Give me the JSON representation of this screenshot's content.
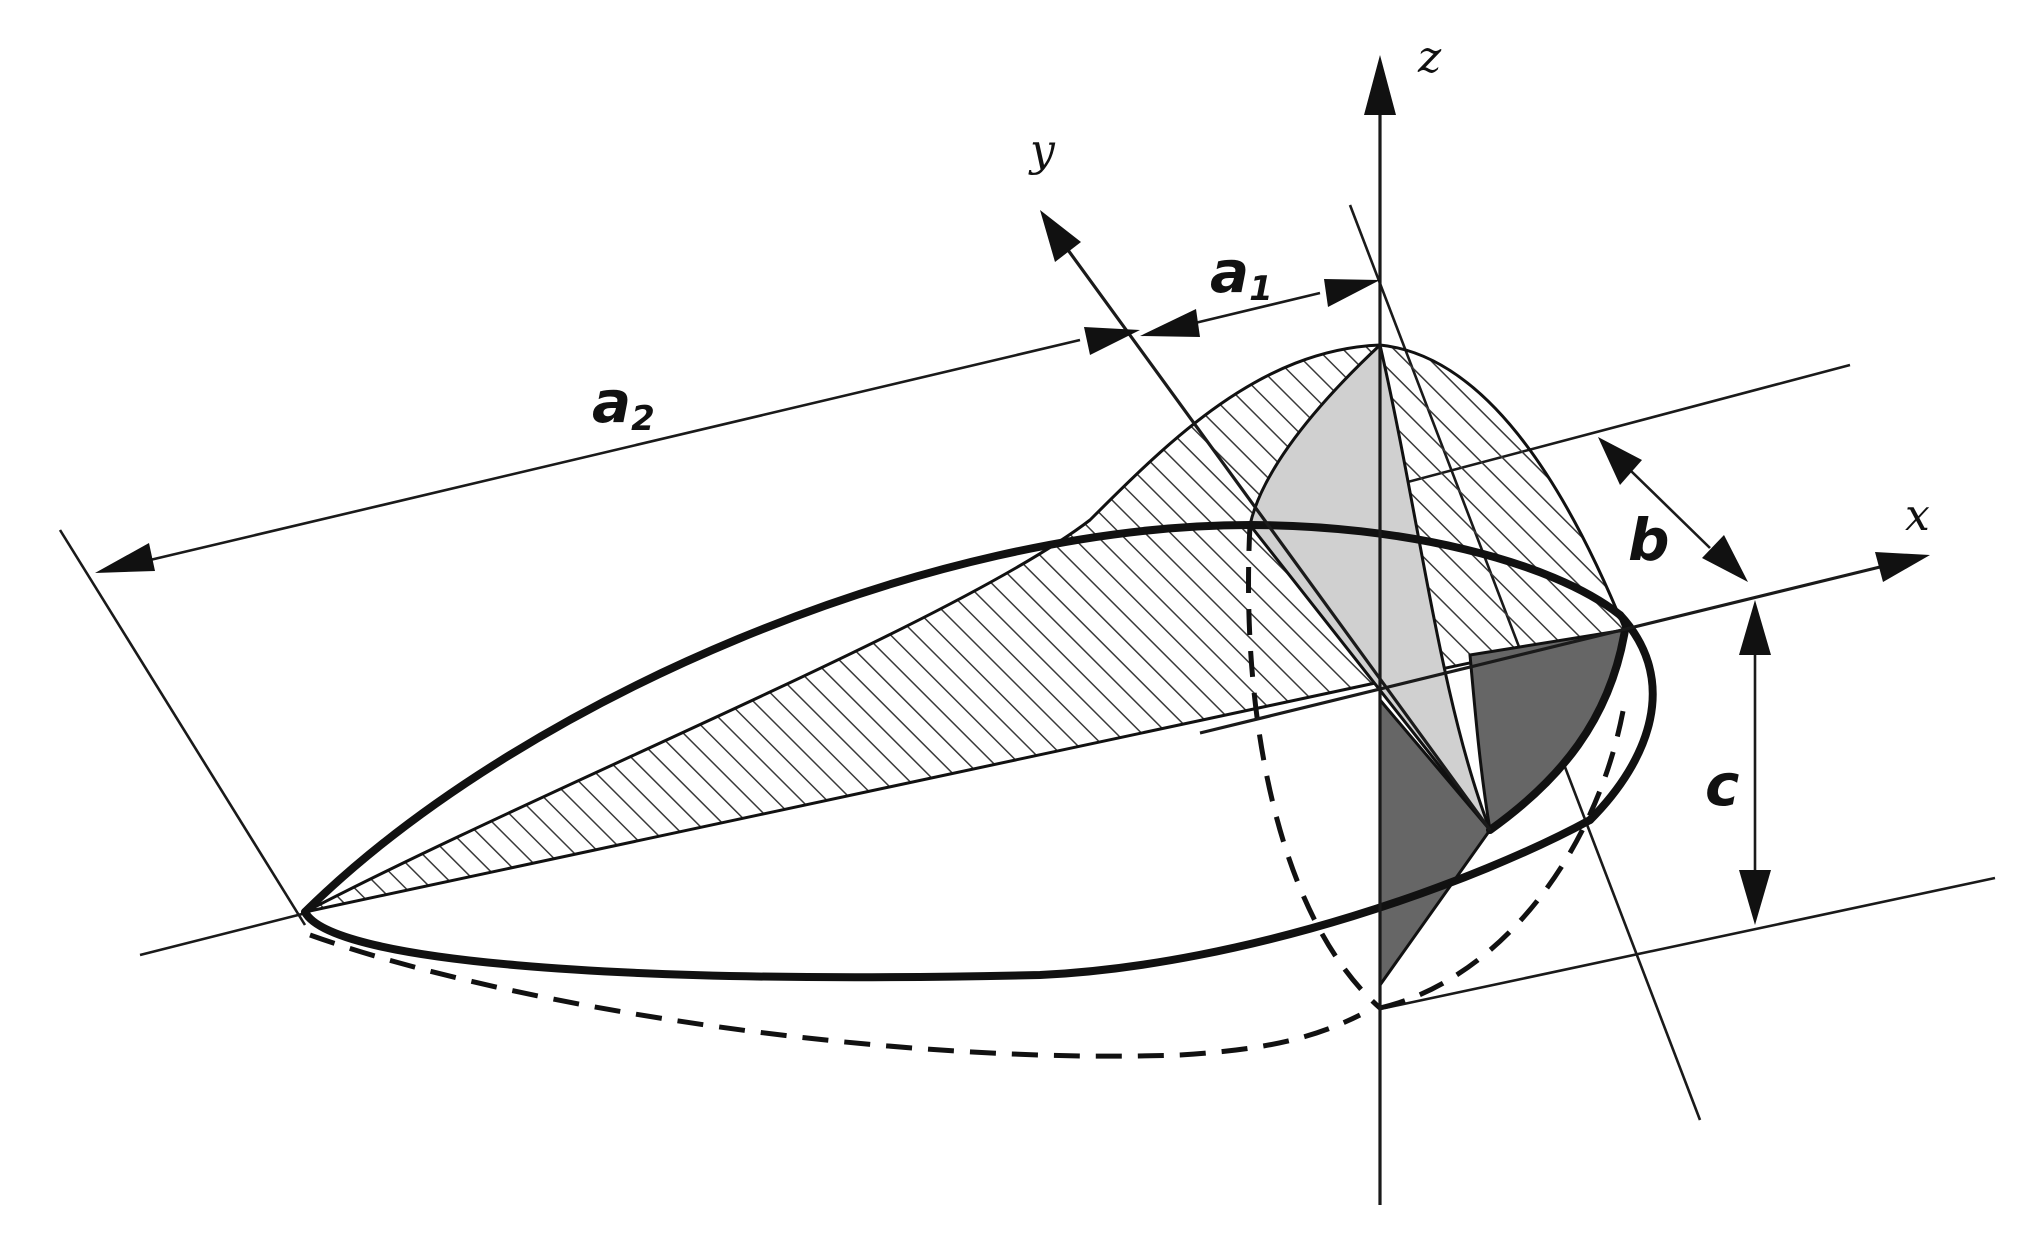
{
  "axes": {
    "z": "z",
    "y": "y",
    "x": "x"
  },
  "dimensions": {
    "a1": {
      "base": "a",
      "sub": "1"
    },
    "a2": {
      "base": "a",
      "sub": "2"
    },
    "b": "b",
    "c": "c"
  },
  "colors": {
    "line": "#111111",
    "hatch": "#3a3a3a",
    "light_fill": "#d0d0d0",
    "dark_fill": "#666666",
    "background": "#ffffff"
  }
}
